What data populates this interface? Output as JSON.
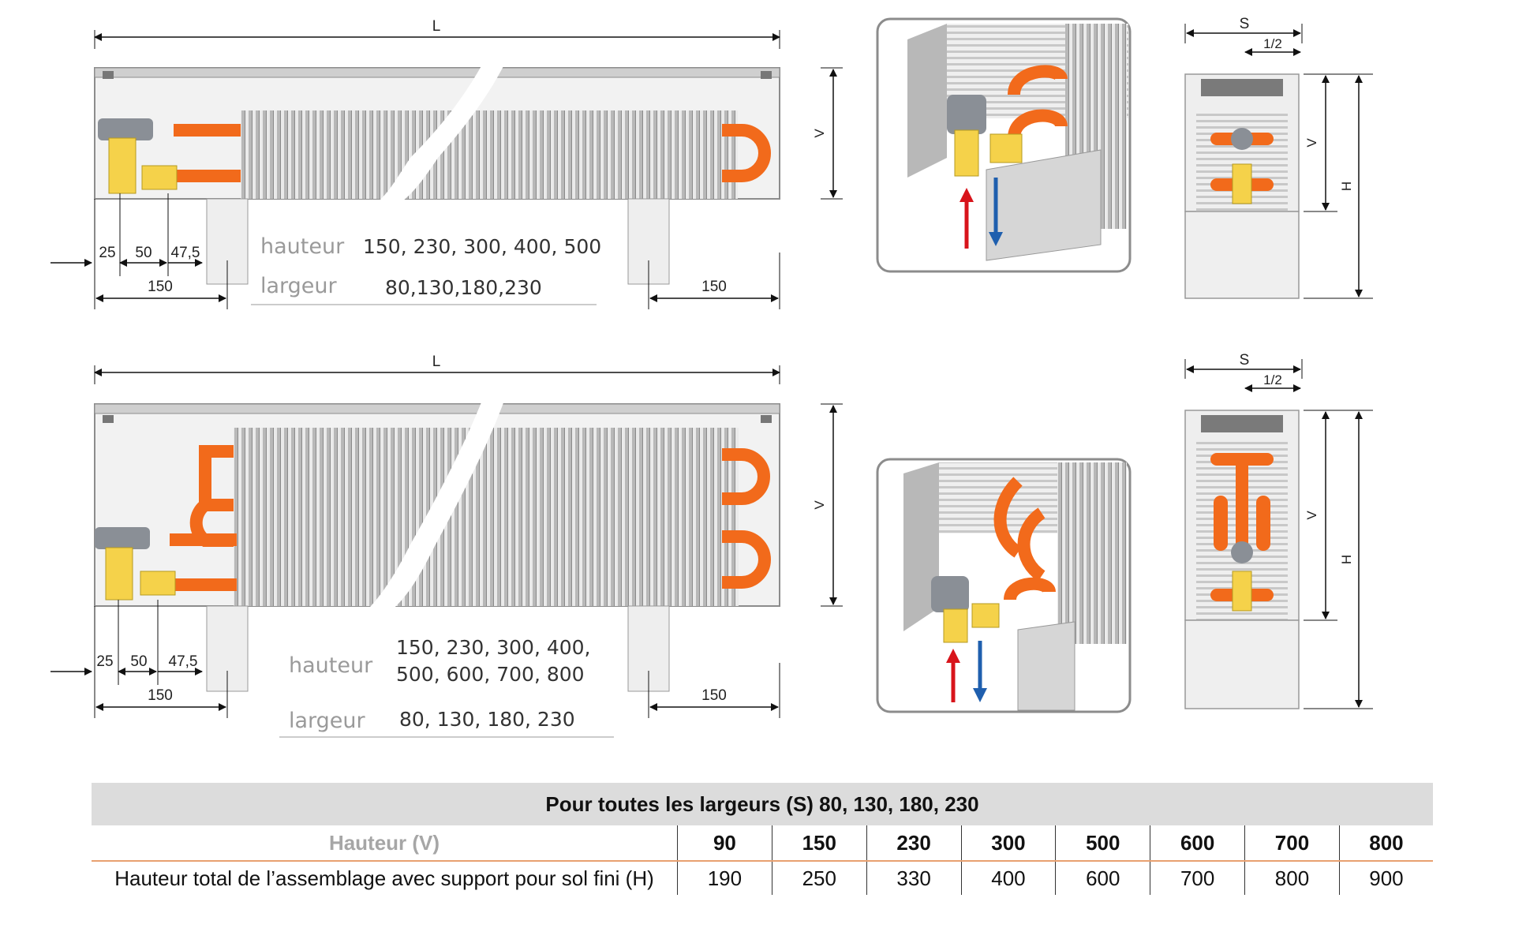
{
  "dimensions": {
    "length": "L",
    "height_v": "V",
    "height_h": "H",
    "width_s": "S",
    "half": "1/2",
    "offset_25": "25",
    "offset_50": "50",
    "offset_47_5": "47,5",
    "support_150": "150"
  },
  "top_diagram": {
    "hauteur_label": "hauteur",
    "hauteur_values": "150, 230, 300, 400, 500",
    "largeur_label": "largeur",
    "largeur_values": "80,130,180,230"
  },
  "bottom_diagram": {
    "hauteur_label": "hauteur",
    "hauteur_values_line1": "150, 230, 300, 400,",
    "hauteur_values_line2": "500, 600, 700, 800",
    "largeur_label": "largeur",
    "largeur_values": "80, 130, 180, 230"
  },
  "colors": {
    "pipe": "#f26a1b",
    "valve": "#f5d24a",
    "valve_grey": "#8a8f96",
    "arrow_up": "#d8141b",
    "arrow_down": "#1f5fae",
    "table_rule": "#e8a070"
  },
  "table": {
    "caption": "Pour toutes les largeurs (S) 80, 130, 180, 230",
    "header_label": "Hauteur (V)",
    "header_values": [
      "90",
      "150",
      "230",
      "300",
      "500",
      "600",
      "700",
      "800"
    ],
    "row_label": "Hauteur total de l’assemblage avec support pour sol fini (H)",
    "row_values": [
      "190",
      "250",
      "330",
      "400",
      "600",
      "700",
      "800",
      "900"
    ]
  }
}
